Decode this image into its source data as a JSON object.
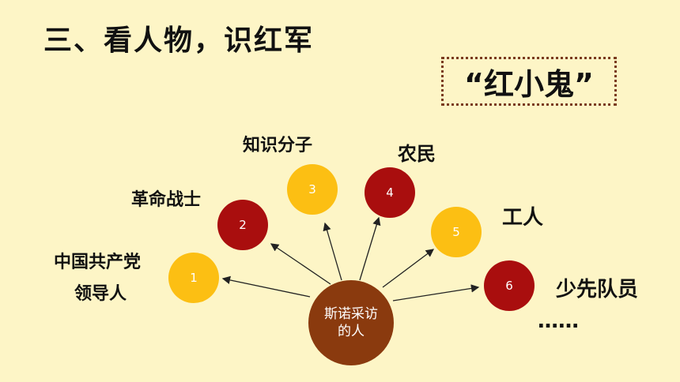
{
  "title": "三、看人物，识红军",
  "highlight": "“红小鬼”",
  "center": {
    "line1": "斯诺采访",
    "line2": "的人"
  },
  "nodes": [
    {
      "number": "1",
      "label_line1": "中国共产党",
      "label_line2": "领导人",
      "color": "#fcbf13"
    },
    {
      "number": "2",
      "label_line1": "革命战士",
      "color": "#a90e0e"
    },
    {
      "number": "3",
      "label_line1": "知识分子",
      "color": "#fcbf13"
    },
    {
      "number": "4",
      "label_line1": "农民",
      "color": "#a90e0e"
    },
    {
      "number": "5",
      "label_line1": "工人",
      "color": "#fcbf13"
    },
    {
      "number": "6",
      "label_line1": "少先队员",
      "color": "#a90e0e"
    }
  ],
  "ellipsis": "……"
}
